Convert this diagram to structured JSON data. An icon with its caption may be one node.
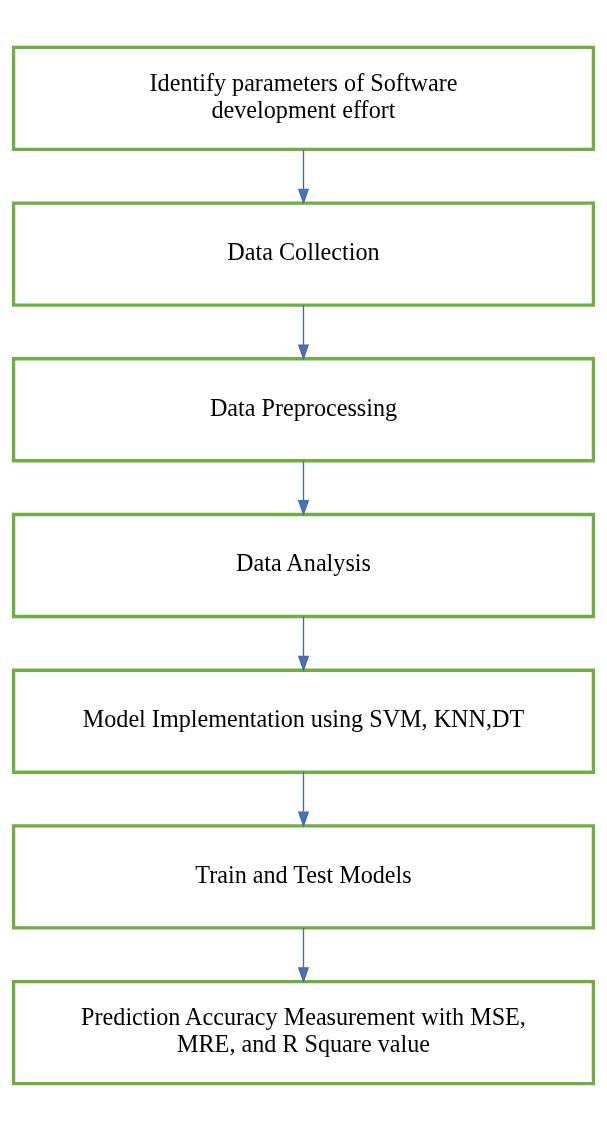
{
  "diagram": {
    "nodes": [
      {
        "text": [
          "Identify parameters of Software development effort"
        ]
      },
      {
        "text": [
          "Data Collection"
        ]
      },
      {
        "text": [
          "Data Preprocessing"
        ]
      },
      {
        "text": [
          "Data Analysis"
        ]
      },
      {
        "text": [
          "Model Implementation using SVM, KNN,DT"
        ]
      },
      {
        "text": [
          "Train and Test Models"
        ]
      },
      {
        "text": [
          "Prediction Accuracy Measurement with MSE, MRE, and R Square value"
        ]
      }
    ],
    "edges": [
      {
        "from": 0,
        "to": 1,
        "arrow": "to"
      },
      {
        "from": 1,
        "to": 2,
        "arrow": "to"
      },
      {
        "from": 2,
        "to": 3,
        "arrow": "to"
      },
      {
        "from": 3,
        "to": 4,
        "arrow": "to"
      },
      {
        "from": 4,
        "to": 5,
        "arrow": "to"
      },
      {
        "from": 5,
        "to": 6,
        "arrow": "to"
      }
    ]
  }
}
